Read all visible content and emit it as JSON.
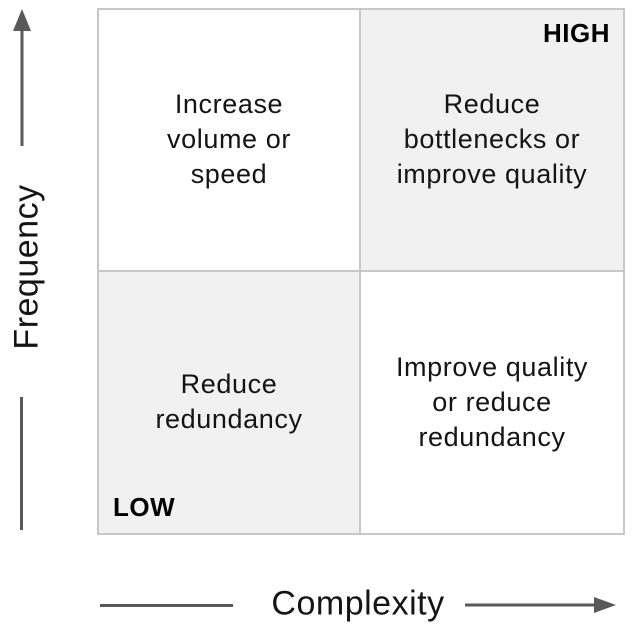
{
  "diagram": {
    "axes": {
      "y_label": "Frequency",
      "x_label": "Complexity"
    },
    "quadrants": {
      "top_left": {
        "label": "Increase\nvolume or\nspeed",
        "shaded": false
      },
      "top_right": {
        "label": "Reduce\nbottlenecks or\nimprove quality",
        "shaded": true,
        "tag": "HIGH"
      },
      "bottom_left": {
        "label": "Reduce\nredundancy",
        "shaded": true,
        "tag": "LOW"
      },
      "bottom_right": {
        "label": "Improve quality\nor reduce\nredundancy",
        "shaded": false
      }
    },
    "colors": {
      "shaded_fill": "#f1f1f2",
      "border": "#c8c8c8",
      "axis": "#58595b",
      "text": "#141414"
    }
  }
}
